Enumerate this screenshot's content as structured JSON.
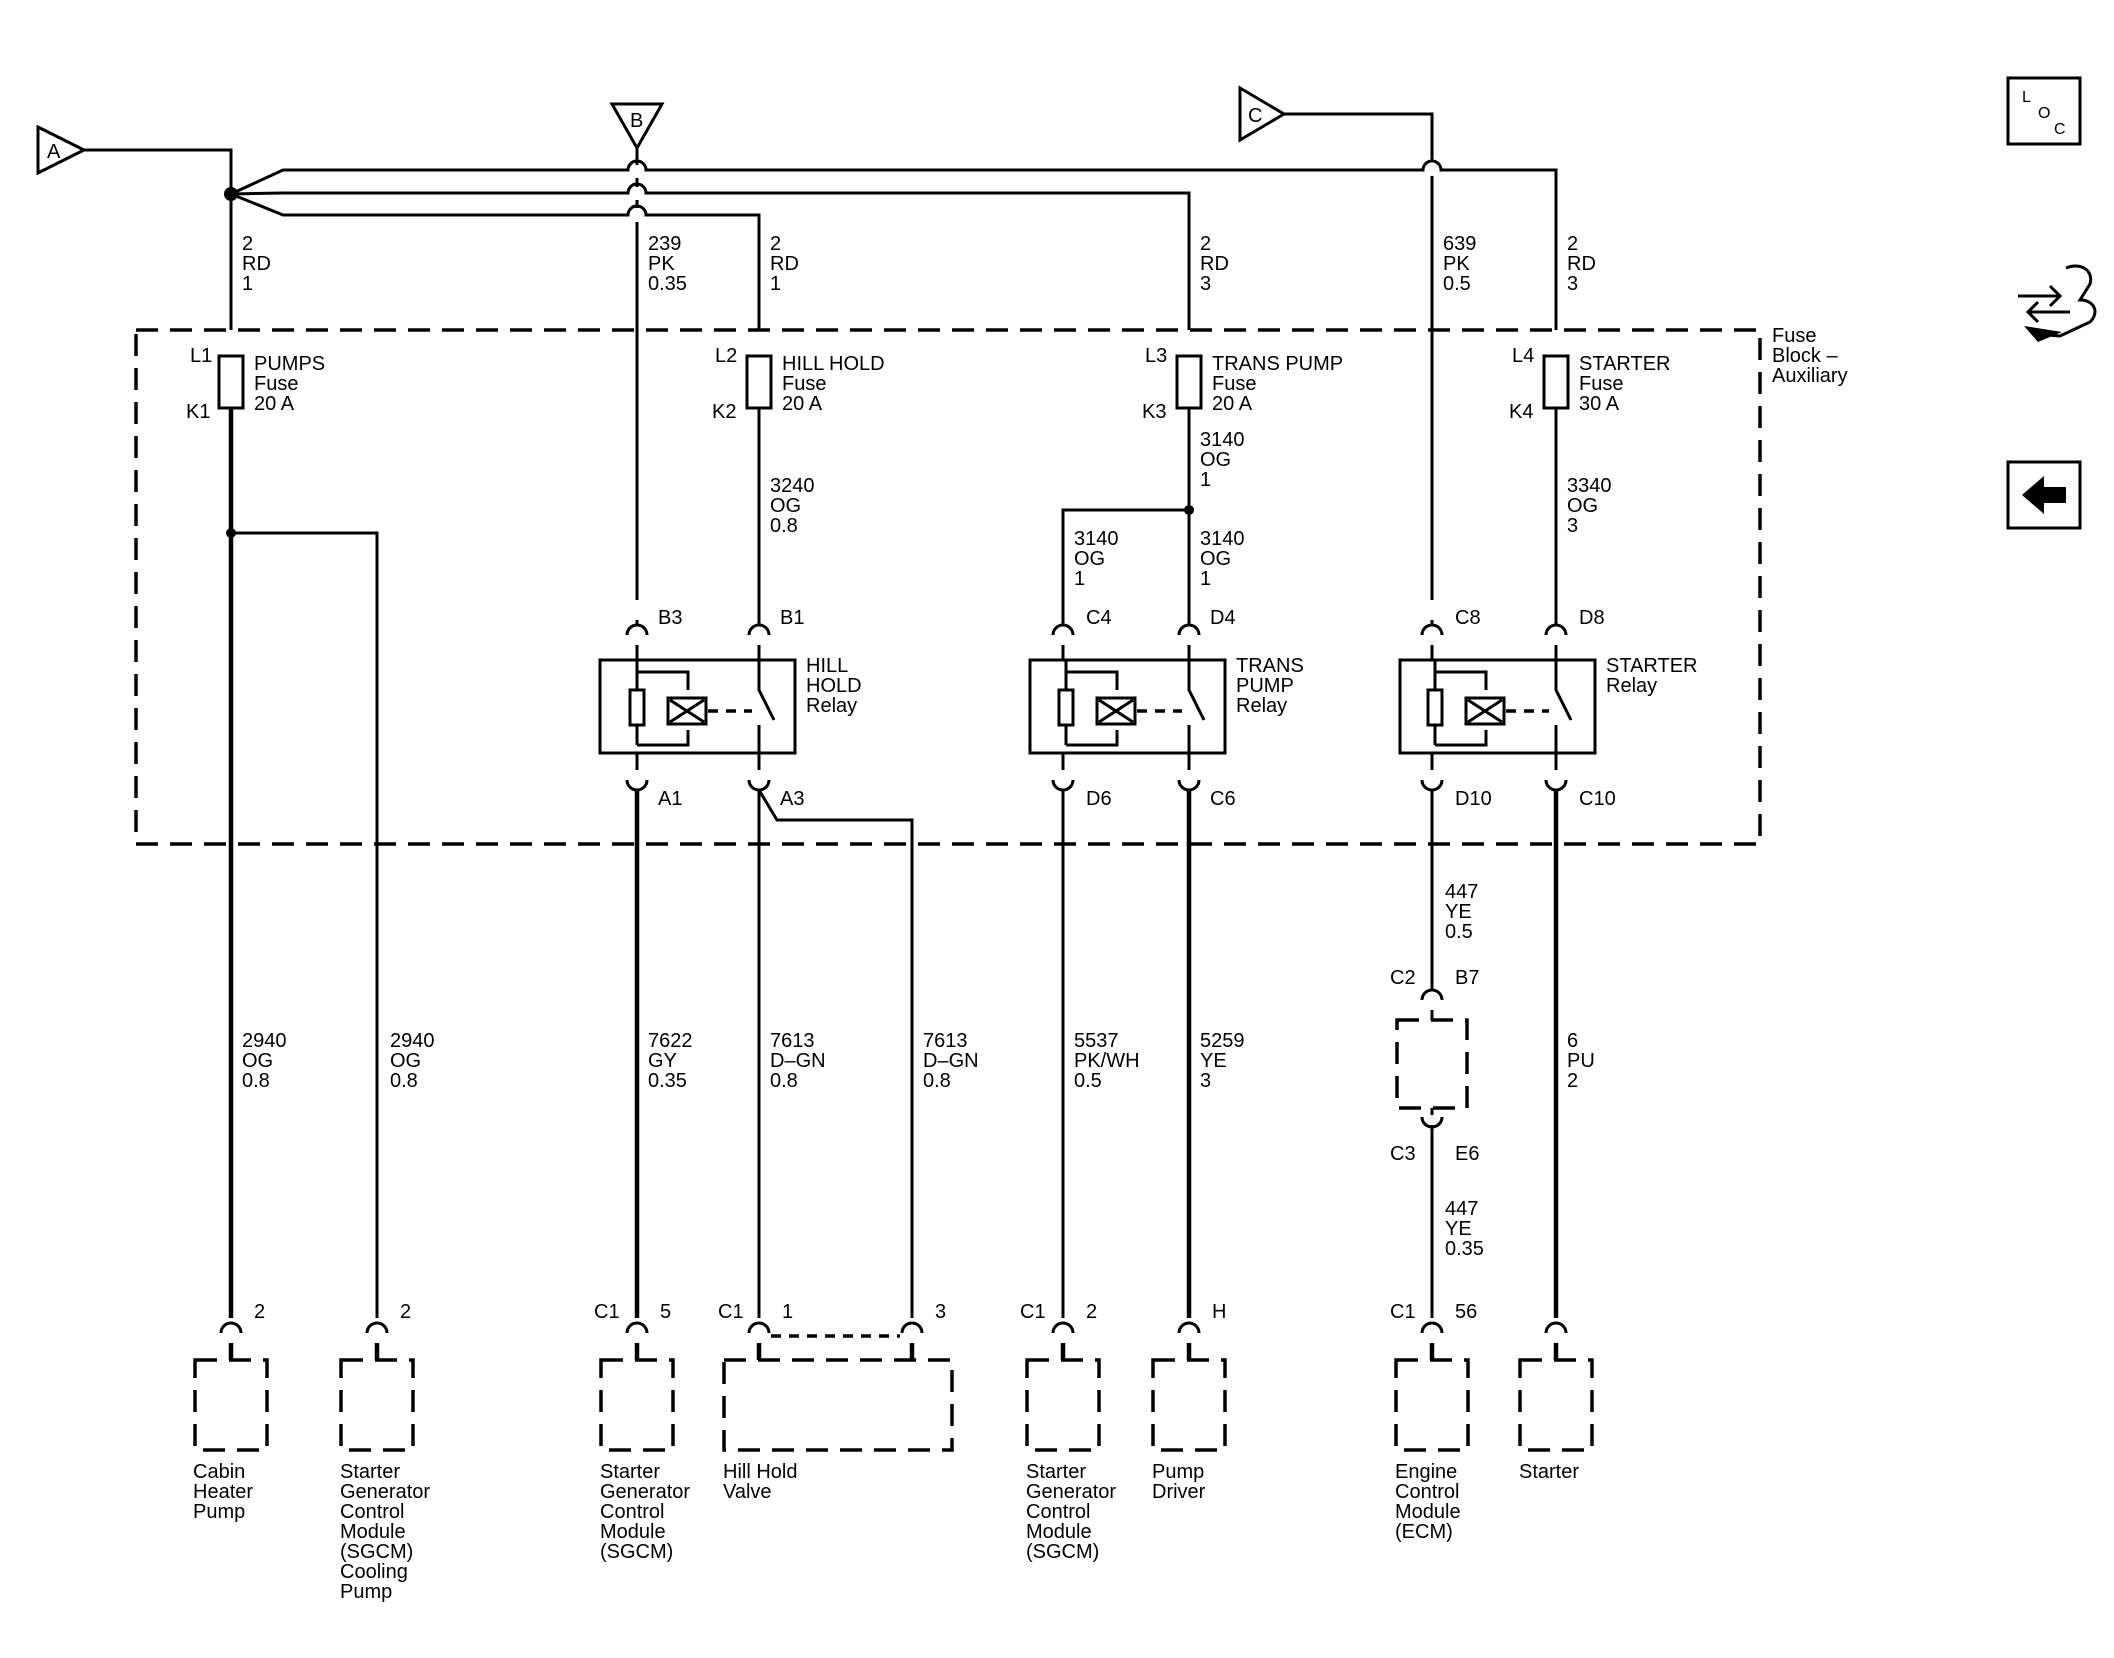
{
  "offpage_connectors": {
    "a": "A",
    "b": "B",
    "c": "C"
  },
  "fuse_block": {
    "line1": "Fuse",
    "line2": "Block –",
    "line3": "Auxiliary"
  },
  "wires": {
    "w2_rd_1_left": [
      "2",
      "RD",
      "1"
    ],
    "w239": [
      "239",
      "PK",
      "0.35"
    ],
    "w2_rd_1_mid": [
      "2",
      "RD",
      "1"
    ],
    "w2_rd_3_a": [
      "2",
      "RD",
      "3"
    ],
    "w639": [
      "639",
      "PK",
      "0.5"
    ],
    "w2_rd_3_b": [
      "2",
      "RD",
      "3"
    ],
    "w3240": [
      "3240",
      "OG",
      "0.8"
    ],
    "w3140_top": [
      "3140",
      "OG",
      "1"
    ],
    "w3140_left": [
      "3140",
      "OG",
      "1"
    ],
    "w3140_right": [
      "3140",
      "OG",
      "1"
    ],
    "w3340": [
      "3340",
      "OG",
      "3"
    ],
    "w447_top": [
      "447",
      "YE",
      "0.5"
    ],
    "w447_bot": [
      "447",
      "YE",
      "0.35"
    ],
    "w2940_a": [
      "2940",
      "OG",
      "0.8"
    ],
    "w2940_b": [
      "2940",
      "OG",
      "0.8"
    ],
    "w7622": [
      "7622",
      "GY",
      "0.35"
    ],
    "w7613_a": [
      "7613",
      "D–GN",
      "0.8"
    ],
    "w7613_b": [
      "7613",
      "D–GN",
      "0.8"
    ],
    "w5537": [
      "5537",
      "PK/WH",
      "0.5"
    ],
    "w5259": [
      "5259",
      "YE",
      "3"
    ],
    "w6": [
      "6",
      "PU",
      "2"
    ]
  },
  "fuses": {
    "pumps": {
      "name": "PUMPS",
      "type": "Fuse",
      "rating": "20 A",
      "top": "L1",
      "bottom": "K1"
    },
    "hillhold": {
      "name": "HILL HOLD",
      "type": "Fuse",
      "rating": "20 A",
      "top": "L2",
      "bottom": "K2"
    },
    "transpump": {
      "name": "TRANS PUMP",
      "type": "Fuse",
      "rating": "20 A",
      "top": "L3",
      "bottom": "K3"
    },
    "starter": {
      "name": "STARTER",
      "type": "Fuse",
      "rating": "30 A",
      "top": "L4",
      "bottom": "K4"
    }
  },
  "relays": {
    "hillhold": {
      "lines": [
        "HILL",
        "HOLD",
        "Relay"
      ],
      "pins": [
        "B3",
        "B1",
        "A1",
        "A3"
      ]
    },
    "transpump": {
      "lines": [
        "TRANS",
        "PUMP",
        "Relay"
      ],
      "pins": [
        "C4",
        "D4",
        "D6",
        "C6"
      ]
    },
    "starter": {
      "lines": [
        "STARTER",
        "Relay"
      ],
      "pins": [
        "C8",
        "D8",
        "D10",
        "C10"
      ]
    }
  },
  "inline_connector": {
    "top_c": "C2",
    "top_pin": "B7",
    "bot_c": "C3",
    "bot_pin": "E6"
  },
  "components": {
    "cabin": {
      "pin": "2",
      "conn": "",
      "lines": [
        "Cabin",
        "Heater",
        "Pump"
      ]
    },
    "sgcm_cool": {
      "pin": "2",
      "conn": "",
      "lines": [
        "Starter",
        "Generator",
        "Control",
        "Module",
        "(SGCM)",
        "Cooling",
        "Pump"
      ]
    },
    "sgcm_1": {
      "pin": "5",
      "conn": "C1",
      "lines": [
        "Starter",
        "Generator",
        "Control",
        "Module",
        "(SGCM)"
      ]
    },
    "hillvalve": {
      "pin": "1",
      "pin2": "3",
      "conn": "C1",
      "lines": [
        "Hill Hold",
        "Valve"
      ]
    },
    "sgcm_2": {
      "pin": "2",
      "conn": "C1",
      "lines": [
        "Starter",
        "Generator",
        "Control",
        "Module",
        "(SGCM)"
      ]
    },
    "pumpdriver": {
      "pin": "H",
      "conn": "",
      "lines": [
        "Pump",
        "Driver"
      ]
    },
    "ecm": {
      "pin": "56",
      "conn": "C1",
      "lines": [
        "Engine",
        "Control",
        "Module",
        "(ECM)"
      ]
    },
    "starter": {
      "pin": "",
      "conn": "",
      "lines": [
        "Starter"
      ]
    }
  },
  "side_icons": {
    "loc": [
      "L",
      "O",
      "C"
    ],
    "tools": "tools-icon",
    "back": "back-arrow-icon"
  }
}
